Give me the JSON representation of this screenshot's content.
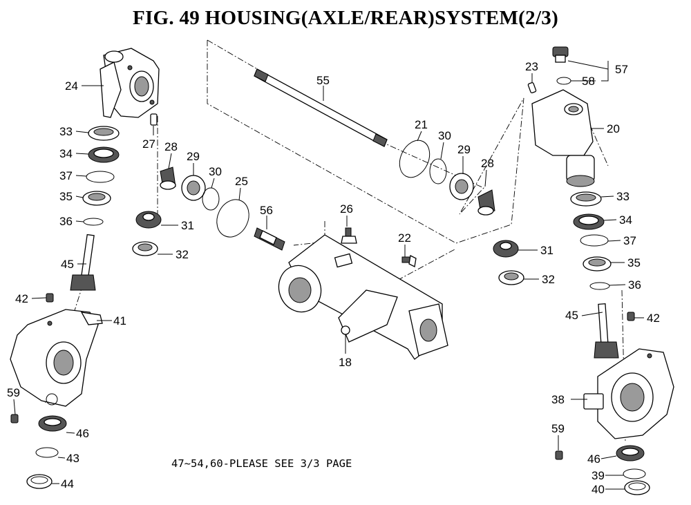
{
  "title": "FIG. 49  HOUSING(AXLE/REAR)SYSTEM(2/3)",
  "note": "47~54,60-PLEASE SEE 3/3 PAGE",
  "callouts": {
    "c24": "24",
    "c33l": "33",
    "c34l": "34",
    "c37l": "37",
    "c35l": "35",
    "c36l": "36",
    "c45l": "45",
    "c42l": "42",
    "c41": "41",
    "c59l": "59",
    "c46l": "46",
    "c43": "43",
    "c44": "44",
    "c27": "27",
    "c28l": "28",
    "c29l": "29",
    "c30l": "30",
    "c25": "25",
    "c31l": "31",
    "c32l": "32",
    "c55": "55",
    "c56": "56",
    "c26": "26",
    "c22": "22",
    "c18": "18",
    "c21": "21",
    "c30r": "30",
    "c29r": "29",
    "c28r": "28",
    "c31r": "31",
    "c32r": "32",
    "c23": "23",
    "c57": "57",
    "c58": "58",
    "c20": "20",
    "c33r": "33",
    "c34r": "34",
    "c37r": "37",
    "c35r": "35",
    "c36r": "36",
    "c45r": "45",
    "c42r": "42",
    "c38": "38",
    "c59r": "59",
    "c46r": "46",
    "c39": "39",
    "c40": "40"
  }
}
